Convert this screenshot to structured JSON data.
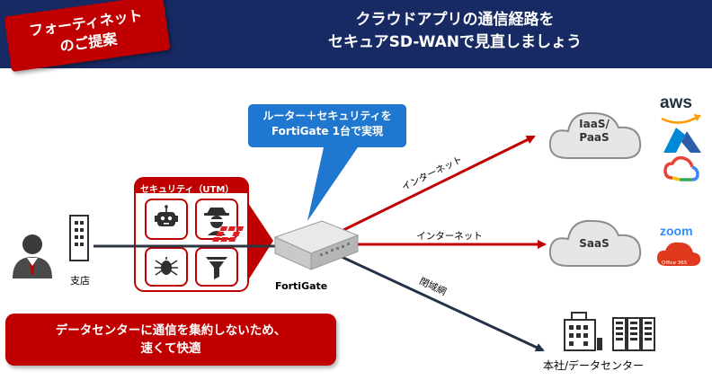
{
  "header": {
    "badge_line1": "フォーティネット",
    "badge_line2": "のご提案",
    "title_line1": "クラウドアプリの通信経路を",
    "title_line2": "セキュアSD-WANで見直しましょう"
  },
  "callout": {
    "line1": "ルーター＋セキュリティを",
    "line2": "FortiGate 1台で実現"
  },
  "security_box": {
    "title": "セキュリティ（UTM）"
  },
  "nodes": {
    "fortigate": "FortiGate",
    "branch": "支店",
    "hq": "本社/データセンター",
    "iaas_line1": "IaaS/",
    "iaas_line2": "PaaS",
    "saas": "SaaS"
  },
  "links": {
    "to_iaas": "インターネット",
    "to_saas": "インターネット",
    "to_hq": "閉域網"
  },
  "logos": {
    "aws": "aws",
    "zoom": "zoom",
    "office": "Office 365"
  },
  "bottom_banner": {
    "line1": "データセンターに通信を集約しないため、",
    "line2": "速くて快適"
  },
  "colors": {
    "navy": "#172a63",
    "red": "#c00000",
    "callout_blue": "#1f77d0",
    "cloud_gray": "#e6e6e6",
    "hq_line": "#243246"
  }
}
